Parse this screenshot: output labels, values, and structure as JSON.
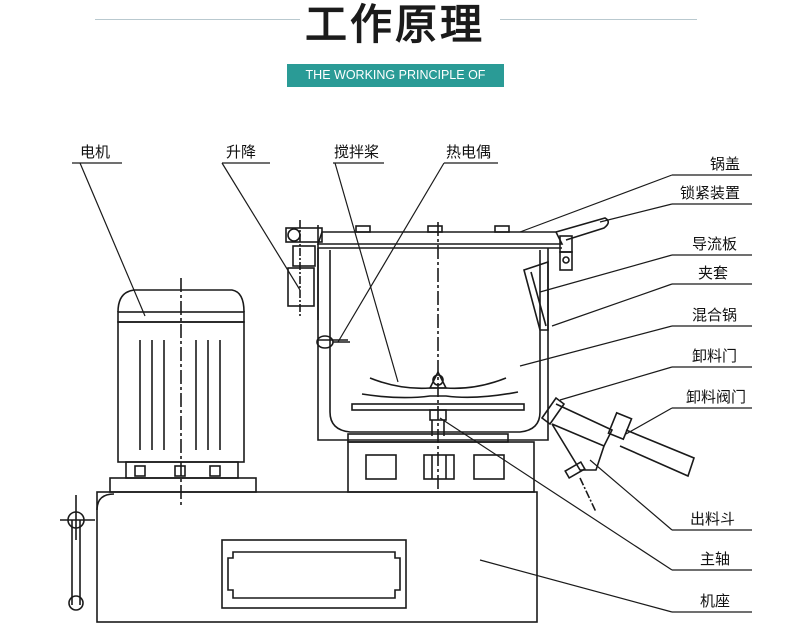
{
  "header": {
    "title": "工作原理",
    "subtitle": "THE WORKING PRINCIPLE OF"
  },
  "labels": {
    "motor": "电机",
    "lift": "升降",
    "stirring_paddle": "搅拌桨",
    "thermocouple": "热电偶",
    "pot_lid": "锅盖",
    "locking_device": "锁紧装置",
    "deflector": "导流板",
    "jacket": "夹套",
    "mixing_pot": "混合锅",
    "discharge_door": "卸料门",
    "discharge_valve": "卸料阀门",
    "discharge_hopper": "出料斗",
    "main_shaft": "主轴",
    "base": "机座"
  },
  "colors": {
    "accent": "#2a9b96",
    "line": "#1a1a1a"
  }
}
